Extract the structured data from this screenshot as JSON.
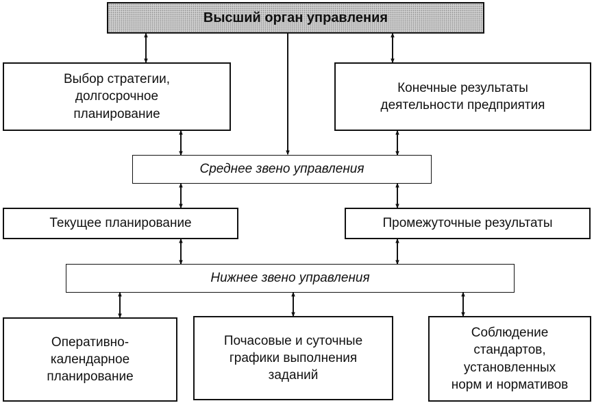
{
  "title": "Высший орган управления",
  "upper_left": "Выбор стратегии,\nдолгосрочное\nпланирование",
  "upper_right": "Конечные результаты\nдеятельности предприятия",
  "middle_level": "Среднее звено управления",
  "middle_left": "Текущее планирование",
  "middle_right": "Промежуточные результаты",
  "lower_level": "Нижнее звено управления",
  "bottom": {
    "left": "Оперативно-\nкалендарное\nпланирование",
    "center": "Почасовые и суточные\nграфики выполнения\nзаданий",
    "right": "Соблюдение\nстандартов,\nустановленных\nнорм и нормативов"
  }
}
